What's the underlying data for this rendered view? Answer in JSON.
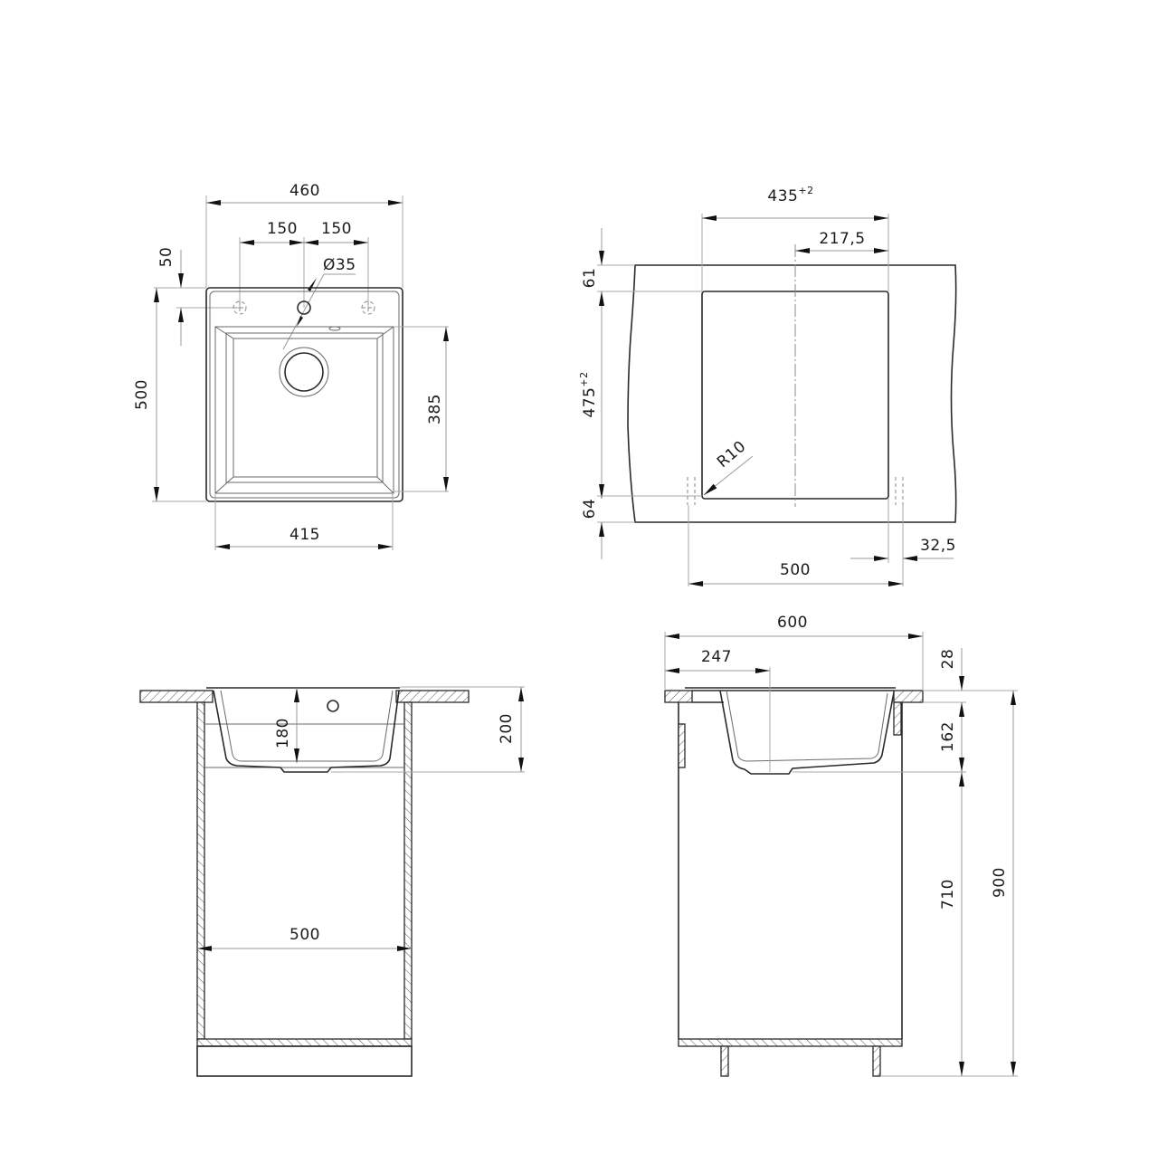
{
  "views": {
    "top_view": {
      "overall_width": "460",
      "tap_spacing_left": "150",
      "tap_spacing_right": "150",
      "tap_hole_offset": "50",
      "tap_hole_diameter": "Ø35",
      "overall_depth": "500",
      "bowl_depth": "385",
      "bowl_width": "415"
    },
    "cutout_view": {
      "cutout_width": "435",
      "cutout_width_tolerance": "+2",
      "cutout_half_width": "217,5",
      "front_offset": "61",
      "cutout_depth": "475",
      "cutout_depth_tolerance": "+2",
      "corner_radius": "R10",
      "rear_offset": "64",
      "cabinet_width": "500",
      "side_offset": "32,5"
    },
    "front_section": {
      "bowl_inner_depth": "180",
      "total_depth": "200",
      "cabinet_inner_width": "500"
    },
    "side_section": {
      "countertop_depth": "600",
      "drain_offset": "247",
      "countertop_thickness": "28",
      "sink_below_top": "162",
      "cabinet_height": "710",
      "total_height": "900"
    }
  }
}
